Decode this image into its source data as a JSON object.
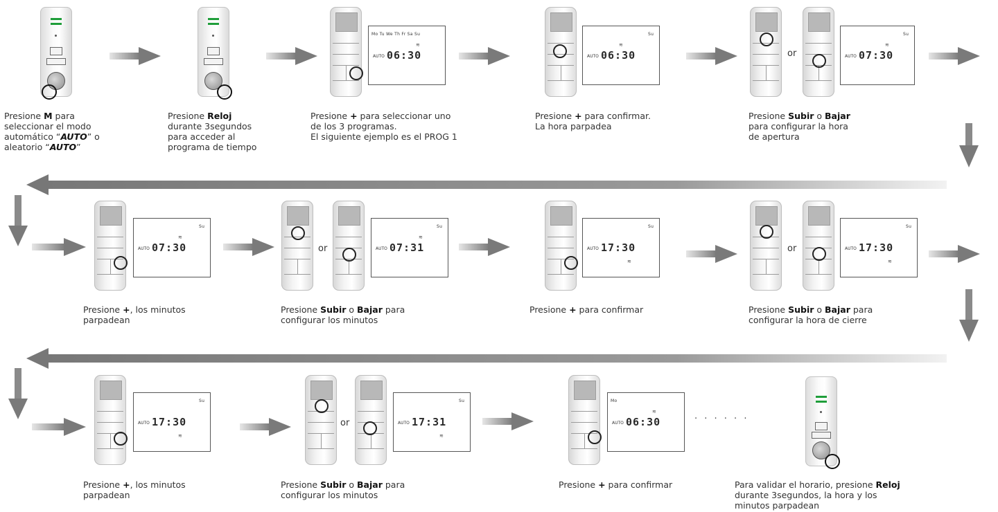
{
  "captions": {
    "c1": {
      "l1a": "Presione ",
      "l1b": "M",
      "l1c": " para",
      "l2": "seleccionar el modo",
      "l3a": "automático “",
      "l3b": "AUTO",
      "l3c": "” o",
      "l4a": "aleatorio “",
      "l4b": "AUTO",
      "l4c": "”"
    },
    "c2": {
      "l1a": "Presione ",
      "l1b": "Reloj",
      "l2": "durante 3segundos",
      "l3": "para acceder al",
      "l4": "programa de tiempo"
    },
    "c3": {
      "l1a": "Presione ",
      "l1b": "+",
      "l1c": " para seleccionar uno",
      "l2": "de los 3 programas.",
      "l3": "El siguiente ejemplo es el PROG  1"
    },
    "c4": {
      "l1a": "Presione ",
      "l1b": "+",
      "l1c": " para confirmar.",
      "l2": "La hora parpadea"
    },
    "c5": {
      "l1a": "Presione ",
      "l1b": "Subir",
      "l1c": " o ",
      "l1d": "Bajar",
      "l2": "para configurar  la hora",
      "l3": "de apertura"
    },
    "c6": {
      "l1a": "Presione ",
      "l1b": "+",
      "l1c": ", los minutos",
      "l2": "parpadean"
    },
    "c7": {
      "l1a": "Presione ",
      "l1b": "Subir",
      "l1c": " o ",
      "l1d": "Bajar",
      "l1e": " para",
      "l2": "configurar los minutos"
    },
    "c8": {
      "l1a": "Presione ",
      "l1b": "+",
      "l1c": " para confirmar"
    },
    "c9": {
      "l1a": "Presione ",
      "l1b": "Subir",
      "l1c": " o ",
      "l1d": "Bajar",
      "l1e": " para",
      "l2": "configurar  la hora de cierre"
    },
    "c10": {
      "l1a": "Presione ",
      "l1b": "+",
      "l1c": ", los minutos",
      "l2": "parpadean"
    },
    "c11": {
      "l1a": "Presione ",
      "l1b": "Subir",
      "l1c": " o ",
      "l1d": "Bajar",
      "l1e": " para",
      "l2": "configurar los minutos"
    },
    "c12": {
      "l1a": "Presione ",
      "l1b": "+",
      "l1c": " para confirmar"
    },
    "c13": {
      "l1a": "Para validar el horario, presione ",
      "l1b": "Reloj",
      "l2": "durante 3segundos, la hora y los",
      "l3": "minutos parpadean"
    }
  },
  "or_label": "or",
  "ellipsis": "· · · · · ·",
  "lcd": {
    "days_full": "Mo Tu We Th Fr Sa Su",
    "day_su": "Su",
    "day_mo": "Mo",
    "auto": "AUTO",
    "t0630": "06:30",
    "t0730": "07:30",
    "t0731": "07:31",
    "t1730": "17:30",
    "t1731": "17:31"
  },
  "colors": {
    "arrow": "#7a7a7a",
    "arrow_light": "#d0d0d0",
    "green": "#1f9e3a"
  }
}
